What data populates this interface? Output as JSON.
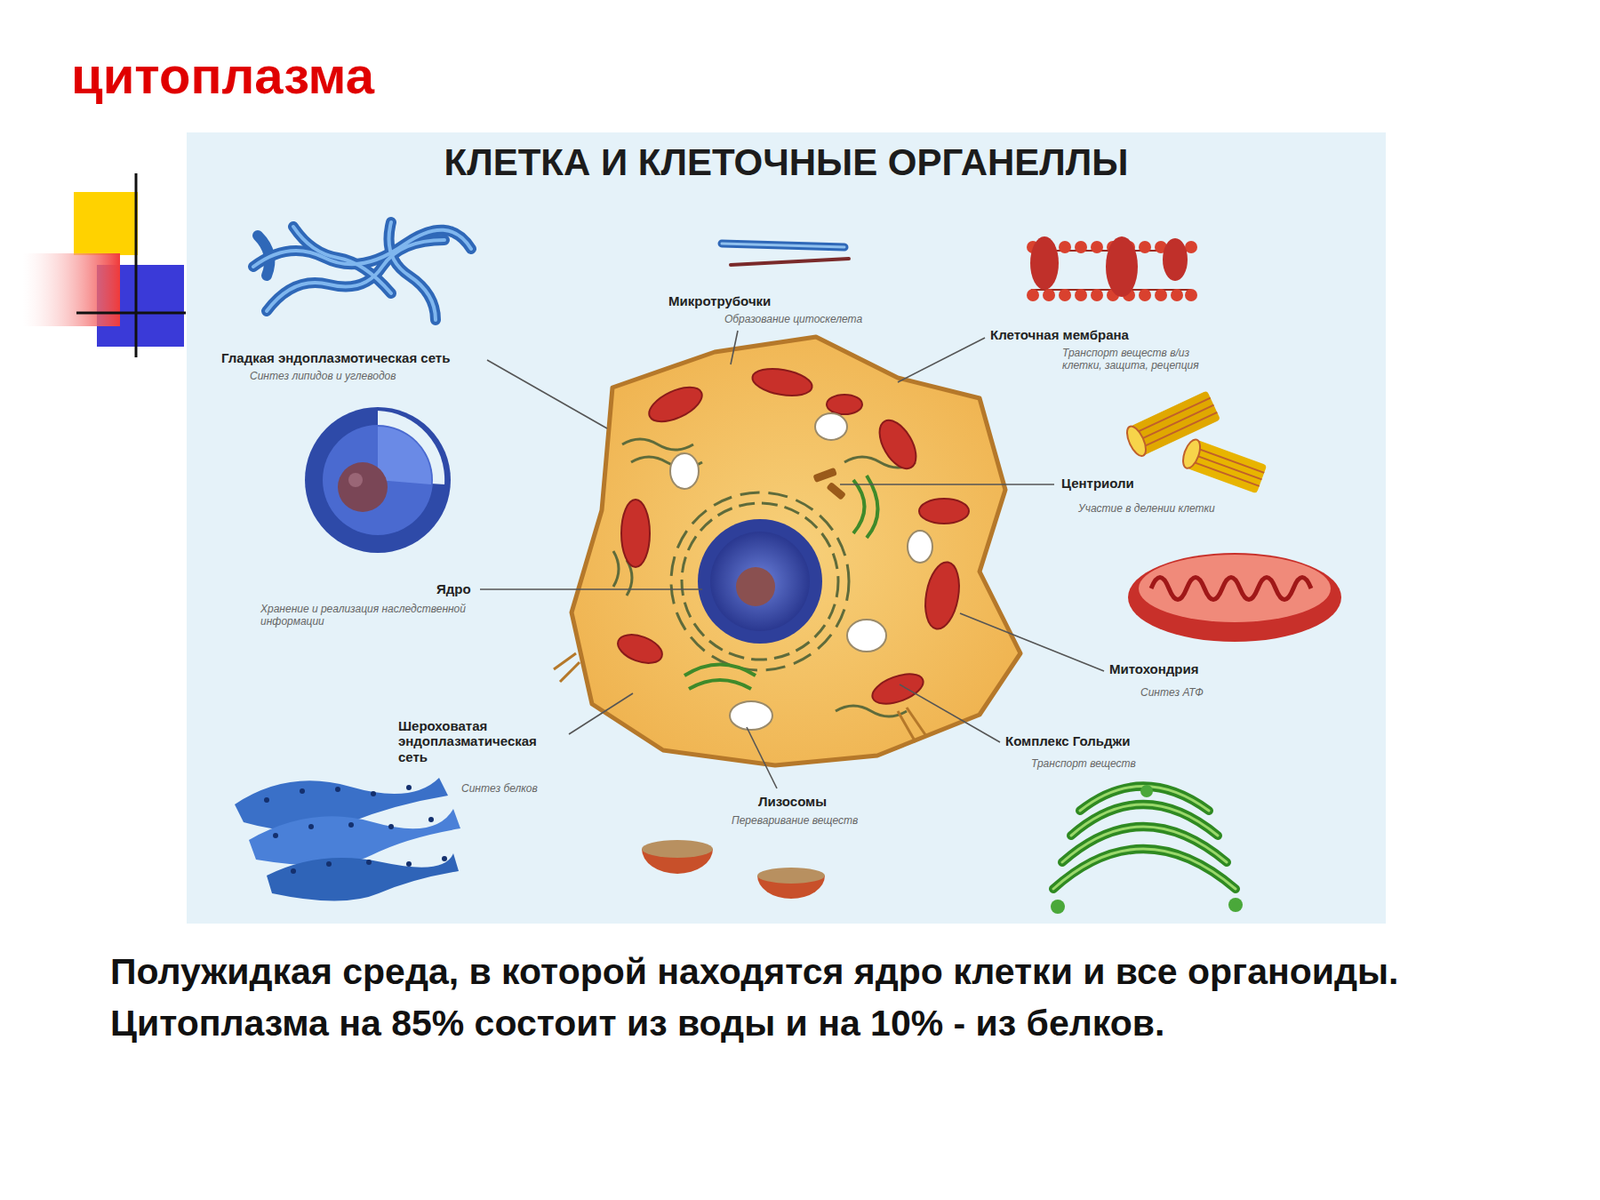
{
  "diagram": {
    "title": "цитоплазма",
    "labels": [
      "КЛЕТКА И КЛЕТОЧНЫЕ ОРГАНЕЛЛЫ",
      "Микротрубочки",
      "Образование цитоскелета",
      "Гладкая эндоплазмотическая сеть",
      "Синтез липидов и углеводов",
      "Клеточная мембрана",
      "Транспорт веществ в/из клетки, защита, рецепция",
      "Центриоли",
      "Участие в делении клетки",
      "Ядро",
      "Хранение и реализация наследственной информации",
      "Митохондрия",
      "Синтез АТФ",
      "Шероховатая эндоплазматическая сеть",
      "Синтез белков",
      "Комплекс Гольджи",
      "Транспорт веществ",
      "Лизосомы",
      "Переваривание веществ",
      "Полужидкая среда, в которой находятся ядро клетки и все органоиды.",
      "Цитоплазма на 85% состоит из воды и на 10% - из белков."
    ]
  }
}
